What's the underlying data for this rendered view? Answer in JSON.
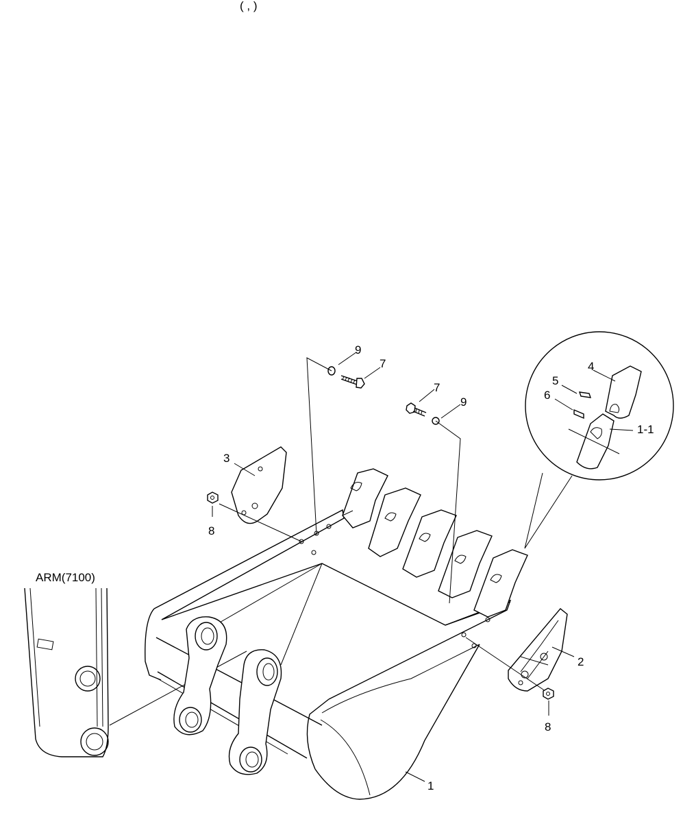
{
  "diagram": {
    "header_fragment": "(                                              ,        )",
    "arm_label": "ARM(7100)",
    "detail_view": {
      "callouts": [
        "4",
        "5",
        "6",
        "1-1"
      ]
    },
    "callouts": [
      "1",
      "2",
      "3",
      "7",
      "7",
      "8",
      "8",
      "9",
      "9"
    ]
  }
}
